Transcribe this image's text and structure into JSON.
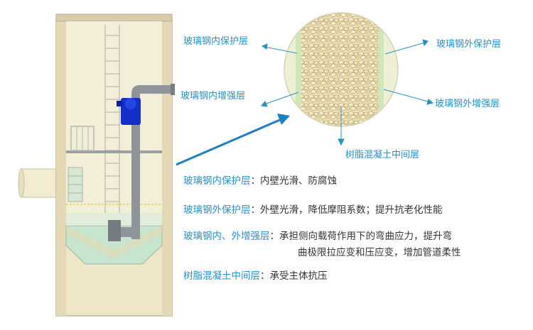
{
  "callouts": {
    "inner_protect": "玻璃钢内保护层",
    "inner_reinforce": "玻璃钢内增强层",
    "outer_protect": "玻璃钢外保护层",
    "outer_reinforce": "玻璃钢外增强层",
    "resin_mid": "树脂混凝土中间层"
  },
  "descriptions": [
    {
      "term": "玻璃钢内保护层",
      "sep": "：",
      "body": "内壁光滑、防腐蚀"
    },
    {
      "term": "玻璃钢外保护层",
      "sep": "：",
      "body": "外壁光滑，降低摩阻系数；提升抗老化性能"
    },
    {
      "term": "玻璃钢内、外增强层",
      "sep": "：",
      "body": "承担侧向载荷作用下的弯曲应力，提升弯",
      "body2": "曲极限拉应变和压应变，增加管道柔性"
    },
    {
      "term": "树脂混凝土中间层",
      "sep": "：",
      "body": "承受主体抗压"
    }
  ],
  "colors": {
    "accent": "#2a8fc0",
    "arrow": "#1f7fc0",
    "tank_fill": "#efe6c9",
    "pipe_gray": "#8e949a",
    "pump_blue": "#1530c8",
    "water_green": "#c6e4ce"
  }
}
